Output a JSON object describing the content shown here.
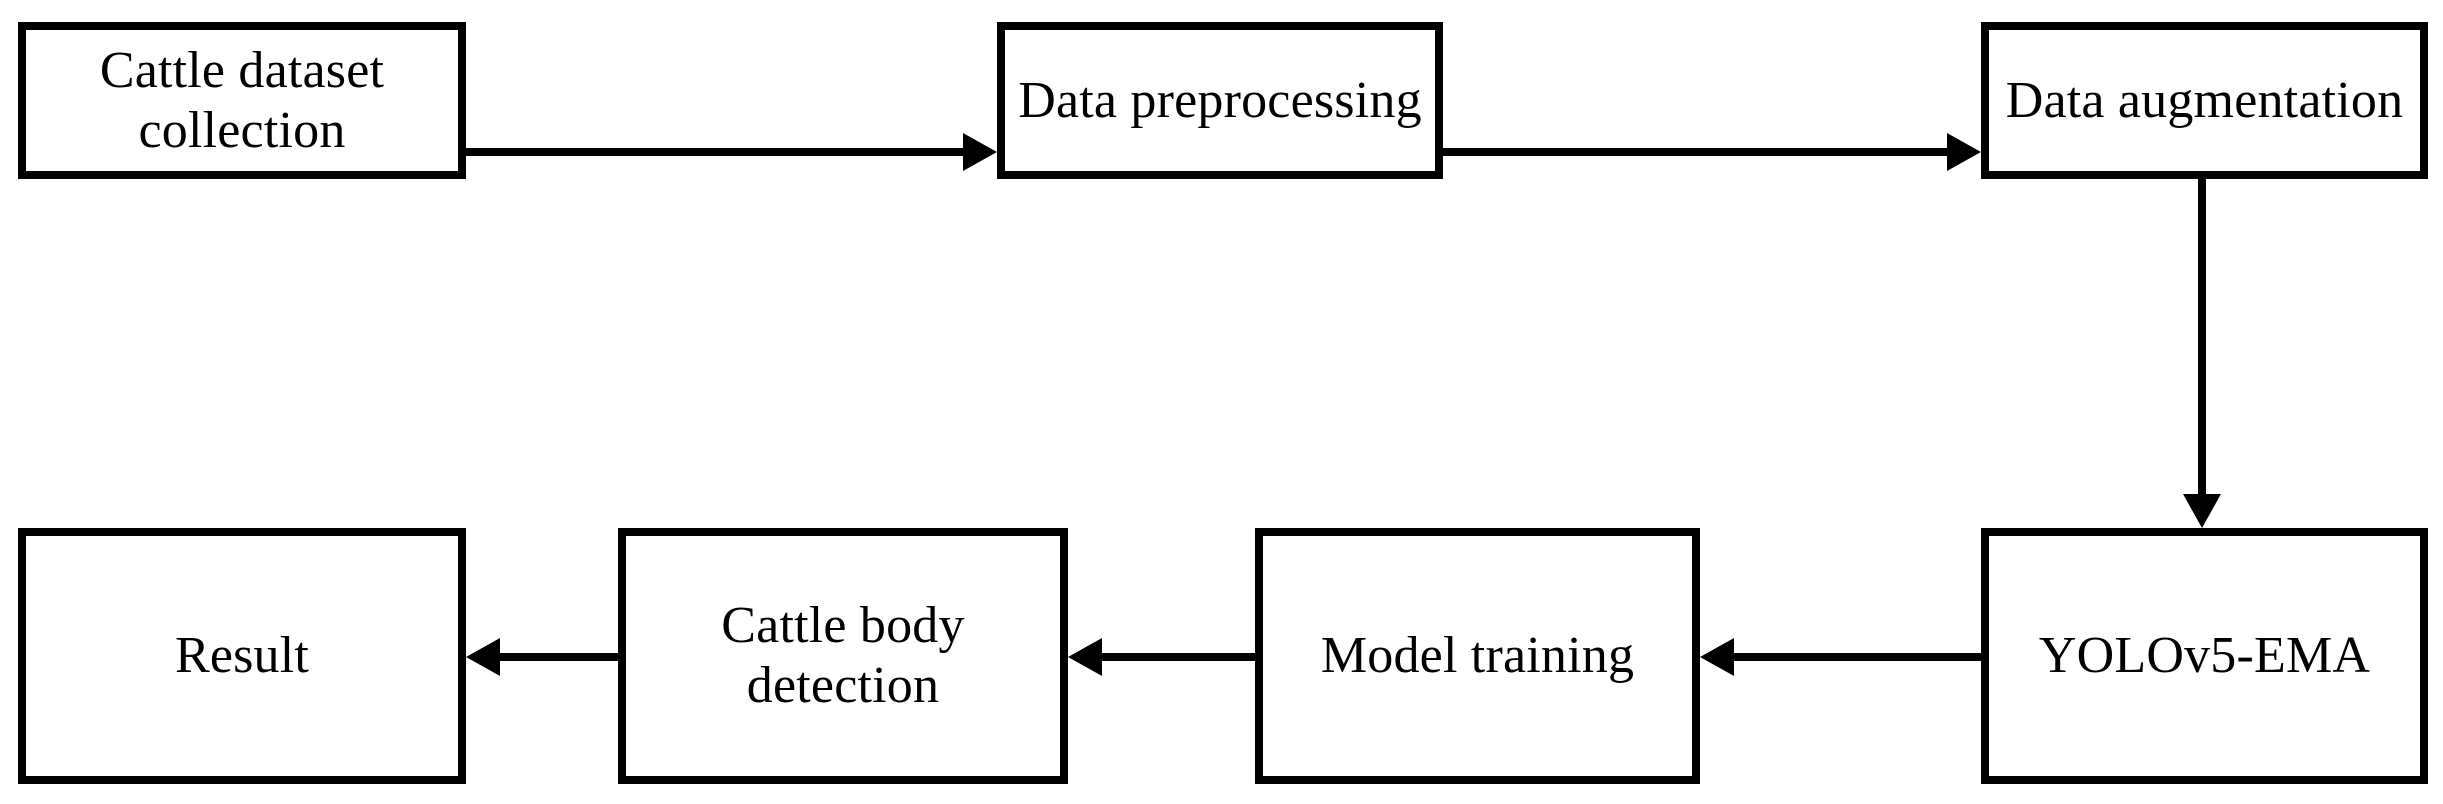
{
  "diagram": {
    "type": "flowchart",
    "title": "",
    "background_color": "#ffffff",
    "stroke_color": "#000000",
    "nodes": [
      {
        "id": "cattle-dataset-collection",
        "label": "Cattle dataset collection",
        "row": 1,
        "order": 1
      },
      {
        "id": "data-preprocessing",
        "label": "Data preprocessing",
        "row": 1,
        "order": 2
      },
      {
        "id": "data-augmentation",
        "label": "Data augmentation",
        "row": 1,
        "order": 3
      },
      {
        "id": "yolov5-ema",
        "label": "YOLOv5-EMA",
        "row": 2,
        "order": 1
      },
      {
        "id": "model-training",
        "label": "Model training",
        "row": 2,
        "order": 2
      },
      {
        "id": "cattle-body-detection",
        "label": "Cattle body detection",
        "row": 2,
        "order": 3
      },
      {
        "id": "result",
        "label": "Result",
        "row": 2,
        "order": 4
      }
    ],
    "edges": [
      {
        "id": "collection-to-preprocessing",
        "from": "cattle-dataset-collection",
        "to": "data-preprocessing",
        "direction": "right"
      },
      {
        "id": "preprocessing-to-augmentation",
        "from": "data-preprocessing",
        "to": "data-augmentation",
        "direction": "right"
      },
      {
        "id": "augmentation-to-yolov5",
        "from": "data-augmentation",
        "to": "yolov5-ema",
        "direction": "down"
      },
      {
        "id": "yolov5-to-training",
        "from": "yolov5-ema",
        "to": "model-training",
        "direction": "left"
      },
      {
        "id": "training-to-detection",
        "from": "model-training",
        "to": "cattle-body-detection",
        "direction": "left"
      },
      {
        "id": "detection-to-result",
        "from": "cattle-body-detection",
        "to": "result",
        "direction": "left"
      }
    ]
  }
}
